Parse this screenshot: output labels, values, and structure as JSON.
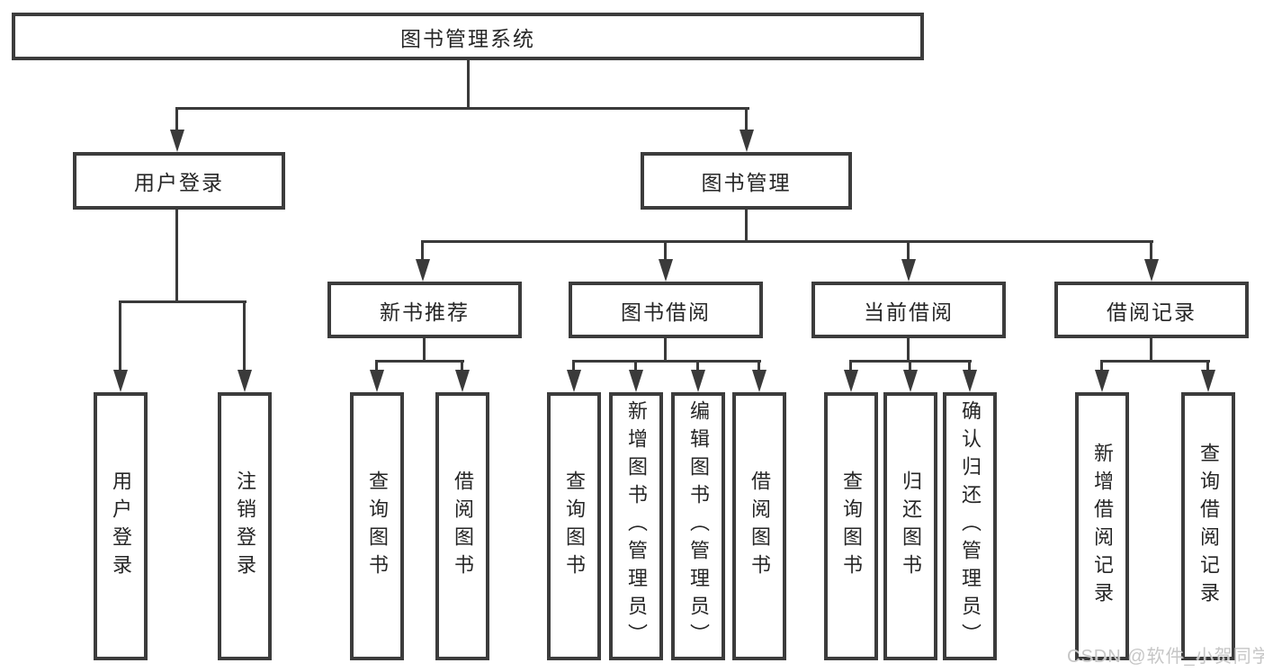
{
  "diagram": {
    "root": {
      "label": "图书管理系统"
    },
    "level2": [
      {
        "label": "用户登录"
      },
      {
        "label": "图书管理"
      }
    ],
    "level3": [
      {
        "label": "新书推荐"
      },
      {
        "label": "图书借阅"
      },
      {
        "label": "当前借阅"
      },
      {
        "label": "借阅记录"
      }
    ],
    "level4": [
      {
        "label": "用户登录"
      },
      {
        "label": "注销登录"
      },
      {
        "label": "查询图书"
      },
      {
        "label": "借阅图书"
      },
      {
        "label": "查询图书"
      },
      {
        "label": "新增图书（管理员）"
      },
      {
        "label": "编辑图书（管理员）"
      },
      {
        "label": "借阅图书"
      },
      {
        "label": "查询图书"
      },
      {
        "label": "归还图书"
      },
      {
        "label": "确认归还（管理员）"
      },
      {
        "label": "新增借阅记录"
      },
      {
        "label": "查询借阅记录"
      }
    ]
  },
  "watermark": {
    "text": "CSDN @软件_小贺同学"
  },
  "colors": {
    "line": "#3a3a3a",
    "box_border": "#3c3c3c",
    "box_fill": "#ffffff",
    "text": "#262626",
    "watermark": "#c6c6c6",
    "background": "#ffffff"
  }
}
